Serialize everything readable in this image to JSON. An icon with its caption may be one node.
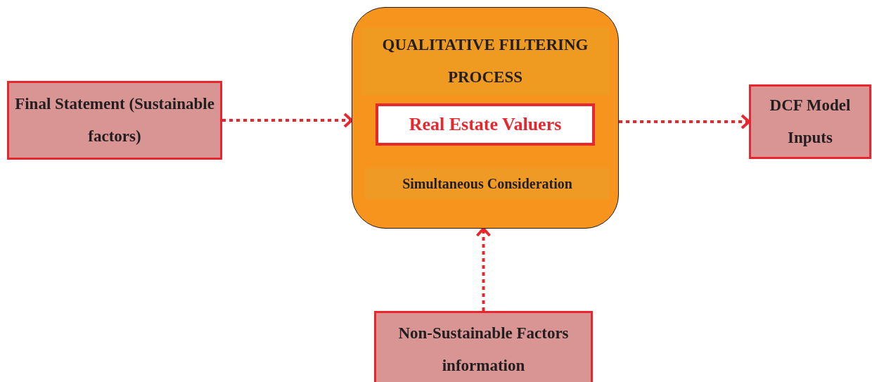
{
  "diagram": {
    "nodes": [
      {
        "text": [
          "Final Statement (Sustainable factors)"
        ]
      },
      {
        "text": [
          "QUALITATIVE FILTERING PROCESS"
        ]
      },
      {
        "text": [
          "Real Estate Valuers"
        ],
        "in": 1
      },
      {
        "text": [
          "Simultaneous Consideration"
        ],
        "in": 1
      },
      {
        "text": [
          "DCF Model Inputs"
        ]
      },
      {
        "text": [
          "Non-Sustainable Factors information"
        ]
      }
    ],
    "edges": [
      {
        "from": 0,
        "to": 1,
        "arrow": "to",
        "style": "dashed"
      },
      {
        "from": 1,
        "to": 4,
        "arrow": "to",
        "style": "dashed"
      },
      {
        "from": 5,
        "to": 1,
        "arrow": "to",
        "style": "dashed"
      }
    ]
  }
}
